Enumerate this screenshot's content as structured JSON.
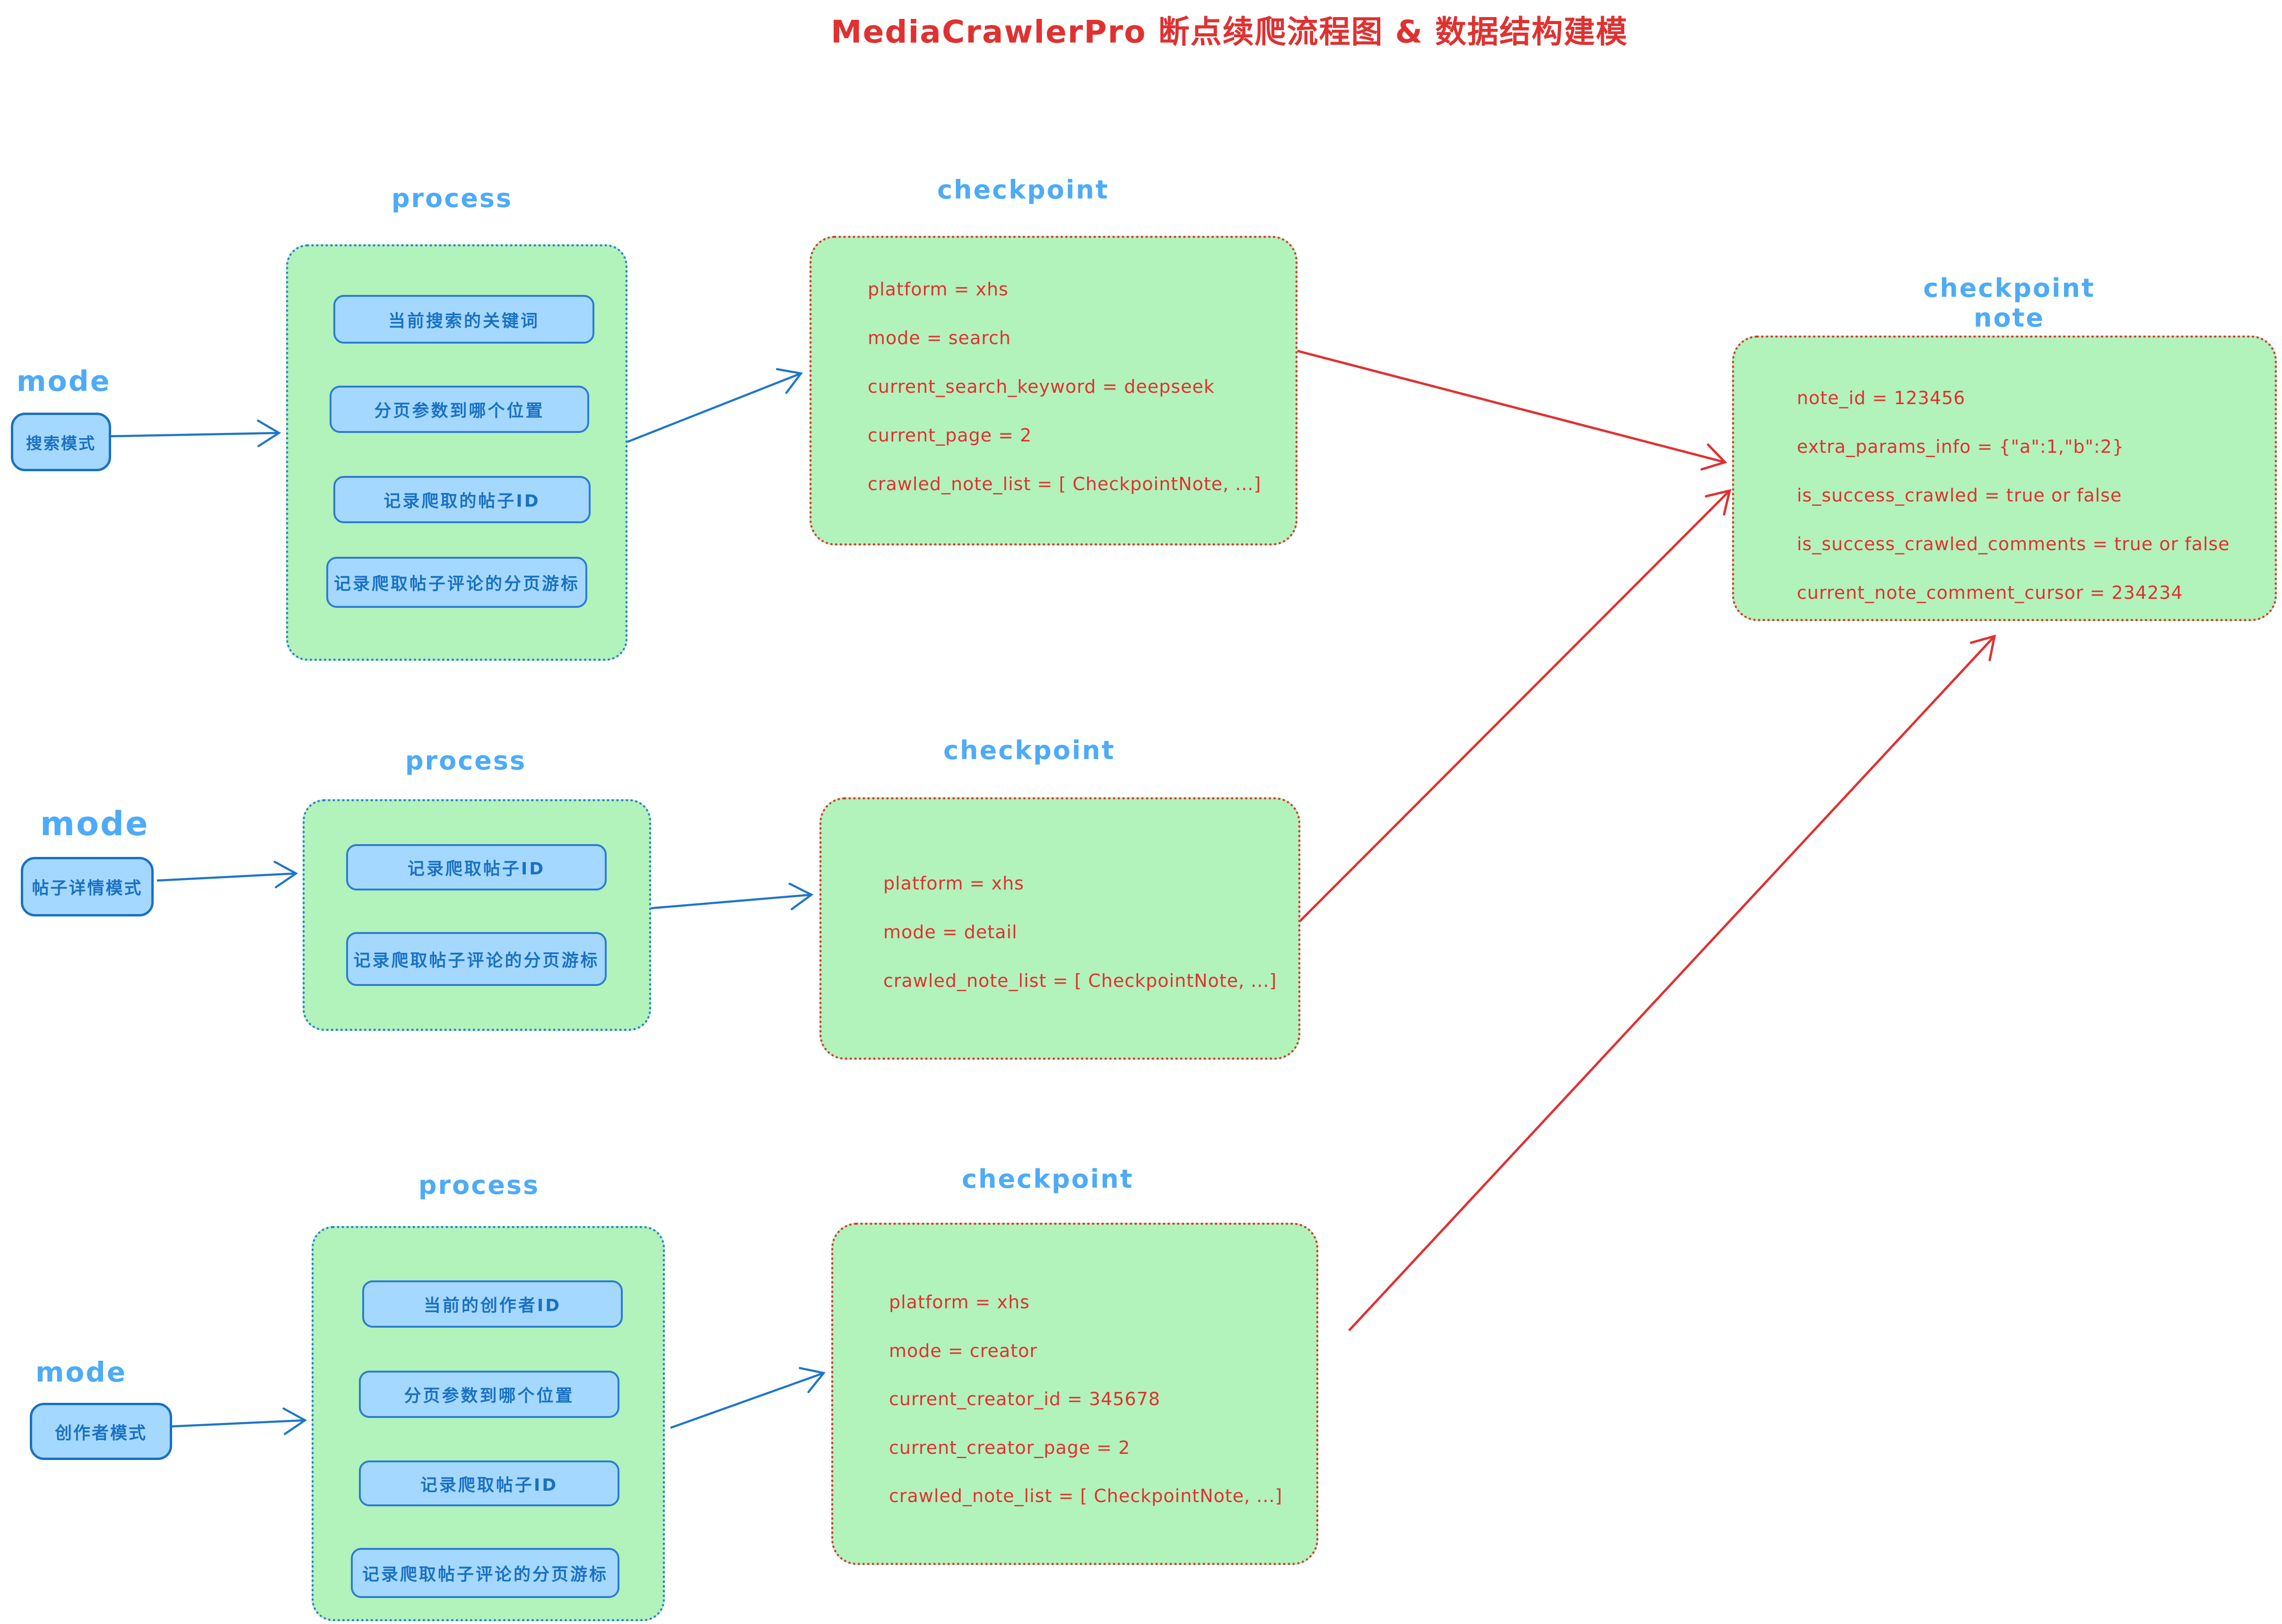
{
  "title": "MediaCrawlerPro 断点续爬流程图 & 数据结构建模",
  "colors": {
    "accent_red": "#e03131",
    "accent_blue_dark": "#1971c2",
    "accent_blue_light": "#4dabf7",
    "fill_green": "#b2f2bb",
    "fill_blue": "#a5d8ff"
  },
  "rows": [
    {
      "mode_label": "mode",
      "mode_value": "搜索模式",
      "process_label": "process",
      "process_steps": [
        "当前搜索的关键词",
        "分页参数到哪个位置",
        "记录爬取的帖子ID",
        "记录爬取帖子评论的分页游标"
      ],
      "checkpoint_label": "checkpoint",
      "checkpoint_fields": [
        "platform = xhs",
        "mode = search",
        "current_search_keyword = deepseek",
        "current_page = 2",
        "crawled_note_list = [ CheckpointNote, ...]"
      ]
    },
    {
      "mode_label": "mode",
      "mode_value": "帖子详情模式",
      "process_label": "process",
      "process_steps": [
        "记录爬取帖子ID",
        "记录爬取帖子评论的分页游标"
      ],
      "checkpoint_label": "checkpoint",
      "checkpoint_fields": [
        "platform = xhs",
        "mode = detail",
        "crawled_note_list = [ CheckpointNote, ...]"
      ]
    },
    {
      "mode_label": "mode",
      "mode_value": "创作者模式",
      "process_label": "process",
      "process_steps": [
        "当前的创作者ID",
        "分页参数到哪个位置",
        "记录爬取帖子ID",
        "记录爬取帖子评论的分页游标"
      ],
      "checkpoint_label": "checkpoint",
      "checkpoint_fields": [
        "platform = xhs",
        "mode = creator",
        "current_creator_id = 345678",
        "current_creator_page = 2",
        "crawled_note_list = [ CheckpointNote, ...]"
      ]
    }
  ],
  "note": {
    "label": "checkpoint note",
    "fields": [
      "note_id = 123456",
      "extra_params_info = {\"a\":1,\"b\":2}",
      "is_success_crawled = true or false",
      "is_success_crawled_comments = true or false",
      "current_note_comment_cursor = 234234"
    ]
  },
  "edges": [
    {
      "from": "mode-search",
      "to": "process-search",
      "color": "blue"
    },
    {
      "from": "process-search",
      "to": "checkpoint-search",
      "color": "blue"
    },
    {
      "from": "mode-detail",
      "to": "process-detail",
      "color": "blue"
    },
    {
      "from": "process-detail",
      "to": "checkpoint-detail",
      "color": "blue"
    },
    {
      "from": "mode-creator",
      "to": "process-creator",
      "color": "blue"
    },
    {
      "from": "process-creator",
      "to": "checkpoint-creator",
      "color": "blue"
    },
    {
      "from": "checkpoint-search",
      "to": "checkpoint-note",
      "color": "red"
    },
    {
      "from": "checkpoint-detail",
      "to": "checkpoint-note",
      "color": "red"
    },
    {
      "from": "checkpoint-creator",
      "to": "checkpoint-note",
      "color": "red"
    }
  ]
}
